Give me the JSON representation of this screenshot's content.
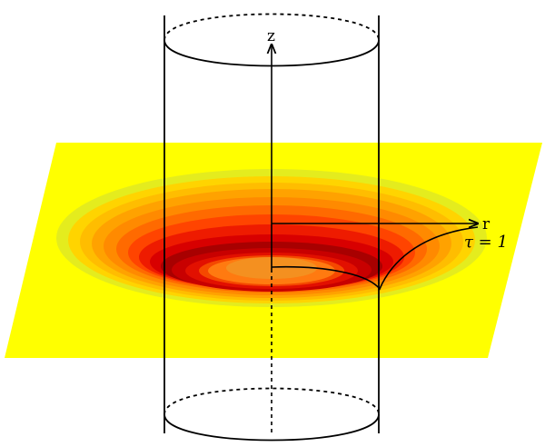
{
  "labels": {
    "z_axis": "z",
    "r_axis": "r",
    "tau": "τ = 1"
  },
  "colors": {
    "plane": "#ffff00",
    "rings_outer_to_inner": [
      "#e4ec1e",
      "#ffd400",
      "#ffbd00",
      "#ffa200",
      "#ff8a00",
      "#ff6a00",
      "#ff4400",
      "#ee1b00",
      "#d80000",
      "#a80000",
      "#c80000",
      "#e21000",
      "#f54800",
      "#ff7a10",
      "#f49020"
    ],
    "line": "#000000"
  }
}
